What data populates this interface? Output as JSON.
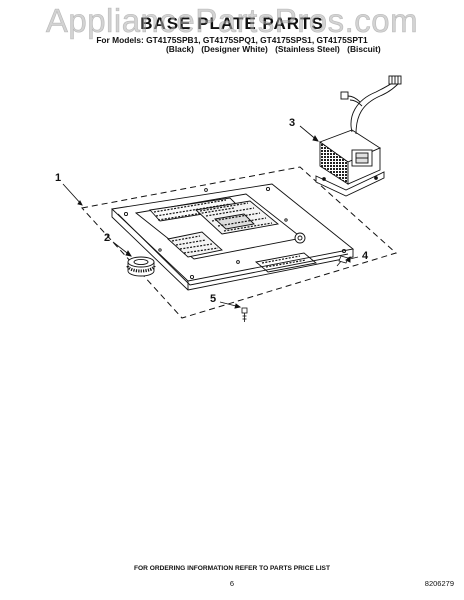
{
  "watermark": "AppliancePartsPros.com",
  "header": {
    "title": "BASE PLATE PARTS",
    "models_line": "For Models: GT4175SPB1, GT4175SPQ1, GT4175SPS1, GT4175SPT1",
    "variants": [
      "(Black)",
      "(Designer White)",
      "(Stainless Steel)",
      "(Biscuit)"
    ]
  },
  "callouts": {
    "c1": "1",
    "c2": "2",
    "c3": "3",
    "c4": "4",
    "c5": "5"
  },
  "footer": {
    "ordering_note": "FOR ORDERING INFORMATION REFER TO PARTS PRICE LIST",
    "page_number": "6",
    "doc_number": "8206279"
  }
}
